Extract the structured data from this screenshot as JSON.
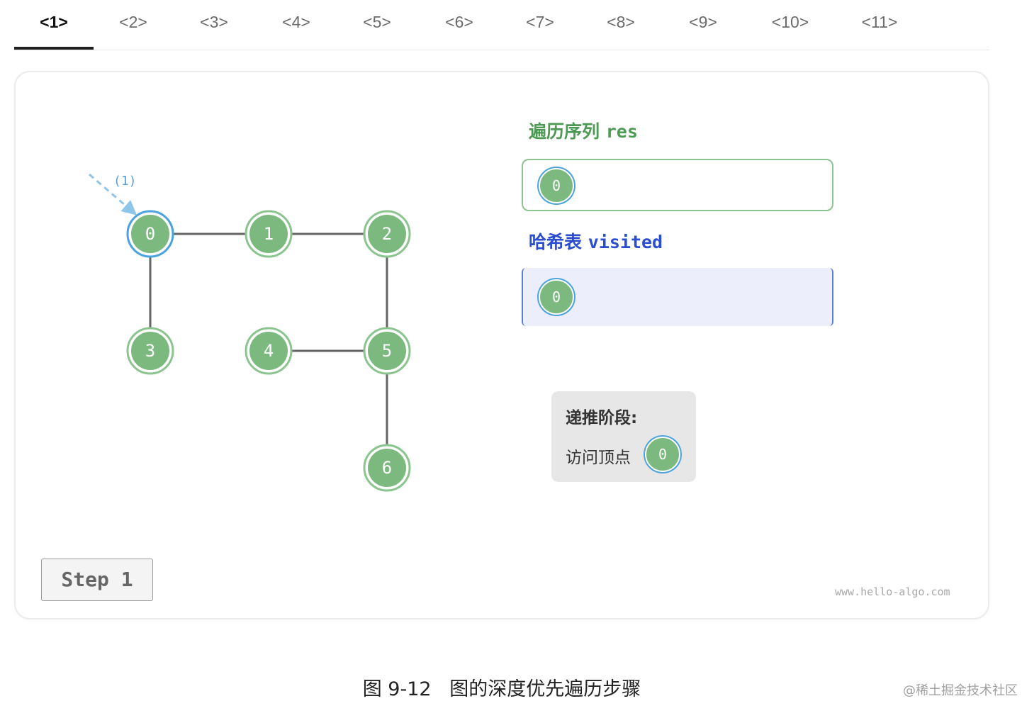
{
  "tabs": [
    "<1>",
    "<2>",
    "<3>",
    "<4>",
    "<5>",
    "<6>",
    "<7>",
    "<8>",
    "<9>",
    "<10>",
    "<11>"
  ],
  "active_tab_index": 0,
  "graph": {
    "nodes": [
      "0",
      "1",
      "2",
      "3",
      "4",
      "5",
      "6"
    ],
    "edges": [
      [
        "0",
        "1"
      ],
      [
        "1",
        "2"
      ],
      [
        "0",
        "3"
      ],
      [
        "2",
        "5"
      ],
      [
        "4",
        "5"
      ],
      [
        "5",
        "6"
      ]
    ],
    "current_node": "0",
    "pointer_label": "(1)",
    "colors": {
      "node_fill": "#7cb97e",
      "node_ring": "#8cc48f",
      "highlight_ring": "#4aa3df",
      "edge": "#666666",
      "pointer": "#8ec6ea"
    }
  },
  "res": {
    "title_cn": "遍历序列",
    "title_code": "res",
    "items": [
      "0"
    ]
  },
  "visited": {
    "title_cn": "哈希表",
    "title_code": "visited",
    "items": [
      "0"
    ]
  },
  "phase": {
    "title": "递推阶段:",
    "text": "访问顶点",
    "node": "0"
  },
  "step_button": "Step 1",
  "watermark": "www.hello-algo.com",
  "caption": "图 9-12   图的深度优先遍历步骤",
  "corner_mark": "@稀土掘金技术社区"
}
